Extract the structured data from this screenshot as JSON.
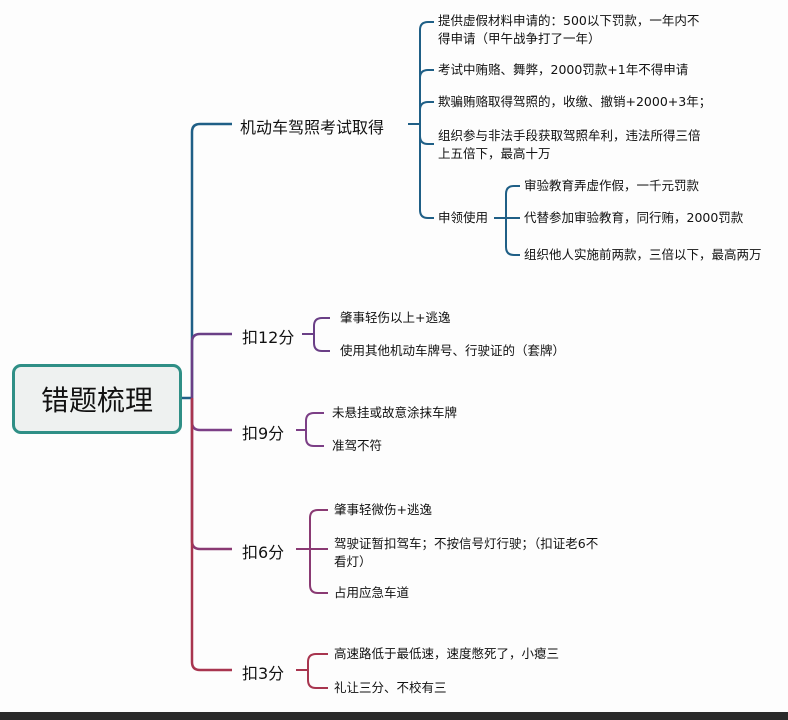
{
  "root": {
    "label": "错题梳理"
  },
  "branches": [
    {
      "label": "机动车驾照考试取得",
      "color": "#1f5f86",
      "children": [
        {
          "lines": [
            "提供虚假材料申请的：500以下罚款，一年内不",
            "得申请（甲午战争打了一年）"
          ]
        },
        {
          "lines": [
            "考试中贿赂、舞弊，2000罚款+1年不得申请"
          ]
        },
        {
          "lines": [
            "欺骗贿赂取得驾照的，收缴、撤销+2000+3年；"
          ]
        },
        {
          "lines": [
            "组织参与非法手段获取驾照牟利，违法所得三倍",
            "上五倍下，最高十万"
          ]
        },
        {
          "lines": [
            "申领使用"
          ],
          "children": [
            {
              "lines": [
                "审验教育弄虚作假，一千元罚款"
              ]
            },
            {
              "lines": [
                "代替参加审验教育，同行贿，2000罚款"
              ]
            },
            {
              "lines": [
                "组织他人实施前两款，三倍以下，最高两万"
              ]
            }
          ]
        }
      ]
    },
    {
      "label": "扣12分",
      "color": "#6a3f86",
      "children": [
        {
          "lines": [
            "肇事轻伤以上+逃逸"
          ]
        },
        {
          "lines": [
            "使用其他机动车牌号、行驶证的（套牌）"
          ]
        }
      ]
    },
    {
      "label": "扣9分",
      "color": "#7c3f86",
      "children": [
        {
          "lines": [
            "未悬挂或故意涂抹车牌"
          ]
        },
        {
          "lines": [
            "准驾不符"
          ]
        }
      ]
    },
    {
      "label": "扣6分",
      "color": "#8a3a73",
      "children": [
        {
          "lines": [
            "肇事轻微伤+逃逸"
          ]
        },
        {
          "lines": [
            "驾驶证暂扣驾车；不按信号灯行驶；（扣证老6不",
            "看灯）"
          ]
        },
        {
          "lines": [
            "占用应急车道"
          ]
        }
      ]
    },
    {
      "label": "扣3分",
      "color": "#a8354f",
      "children": [
        {
          "lines": [
            "高速路低于最低速，速度憋死了，小瘪三"
          ]
        },
        {
          "lines": [
            "礼让三分、不校有三"
          ]
        }
      ]
    }
  ]
}
